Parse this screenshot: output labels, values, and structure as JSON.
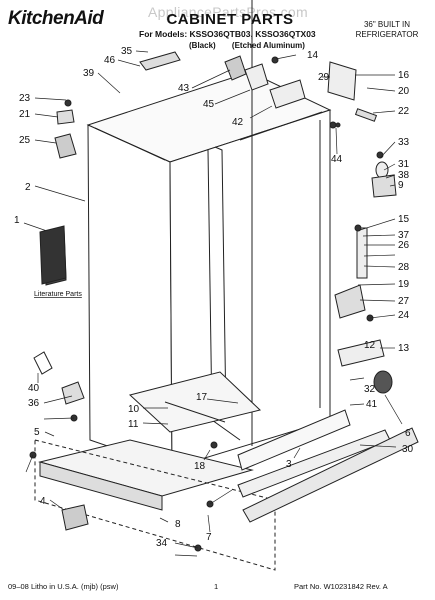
{
  "header": {
    "brand": "KitchenAid",
    "title": "CABINET PARTS",
    "watermark": "AppliancePartsPros.com",
    "models_line": "For Models: KSSO36QTB03, KSSO36QTX03",
    "finish_black": "(Black)",
    "finish_steel": "(Etched Aluminum)",
    "product_line1": "36\" BUILT IN",
    "product_line2": "REFRIGERATOR"
  },
  "diagram": {
    "literature_label": "Literature Parts",
    "callouts": [
      "1",
      "2",
      "3",
      "4",
      "5",
      "6",
      "7",
      "8",
      "9",
      "10",
      "11",
      "12",
      "13",
      "14",
      "15",
      "16",
      "17",
      "18",
      "19",
      "20",
      "21",
      "22",
      "23",
      "24",
      "25",
      "26",
      "27",
      "28",
      "29",
      "30",
      "31",
      "32",
      "33",
      "34",
      "35",
      "36",
      "37",
      "38",
      "39",
      "40",
      "41",
      "42",
      "43",
      "44",
      "45",
      "46"
    ]
  },
  "footer": {
    "left": "09–08 Litho in U.S.A. (mjb) (psw)",
    "page": "1",
    "right": "Part No. W10231842 Rev. A"
  }
}
